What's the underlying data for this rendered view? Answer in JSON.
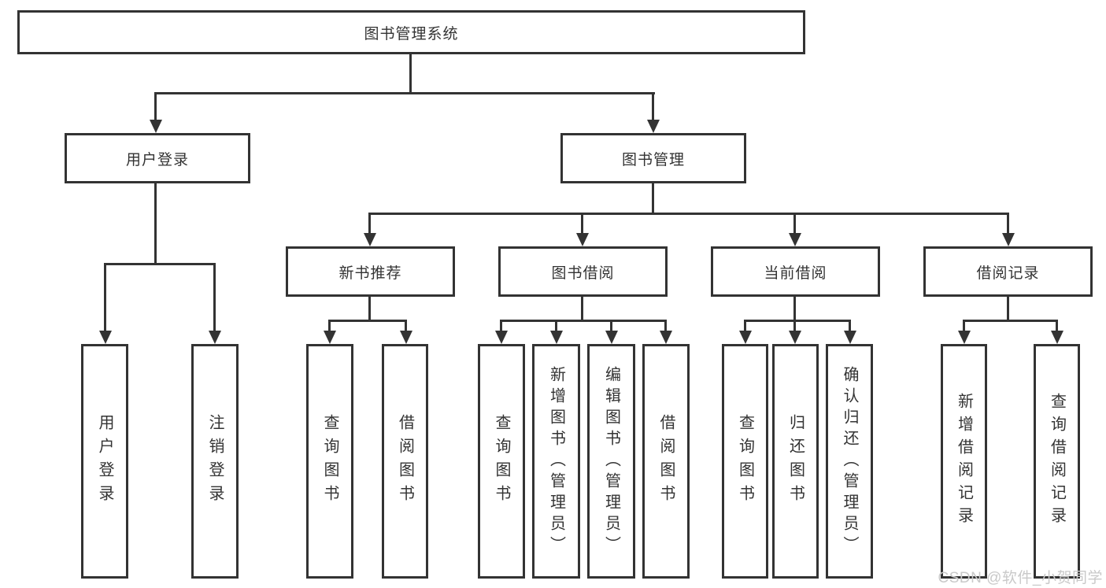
{
  "colors": {
    "line": "#333333",
    "text": "#333333",
    "background": "#ffffff",
    "watermark": "#c9c9c9"
  },
  "watermark": "CSDN @软件_小贺同学",
  "tree": {
    "label": "图书管理系统",
    "children": [
      {
        "label": "用户登录",
        "children": [
          {
            "label": "用户登录"
          },
          {
            "label": "注销登录"
          }
        ]
      },
      {
        "label": "图书管理",
        "children": [
          {
            "label": "新书推荐",
            "children": [
              {
                "label": "查询图书"
              },
              {
                "label": "借阅图书"
              }
            ]
          },
          {
            "label": "图书借阅",
            "children": [
              {
                "label": "查询图书"
              },
              {
                "label": "新增图书（管理员）"
              },
              {
                "label": "编辑图书（管理员）"
              },
              {
                "label": "借阅图书"
              }
            ]
          },
          {
            "label": "当前借阅",
            "children": [
              {
                "label": "查询图书"
              },
              {
                "label": "归还图书"
              },
              {
                "label": "确认归还（管理员）"
              }
            ]
          },
          {
            "label": "借阅记录",
            "children": [
              {
                "label": "新增借阅记录"
              },
              {
                "label": "查询借阅记录"
              }
            ]
          }
        ]
      }
    ]
  }
}
